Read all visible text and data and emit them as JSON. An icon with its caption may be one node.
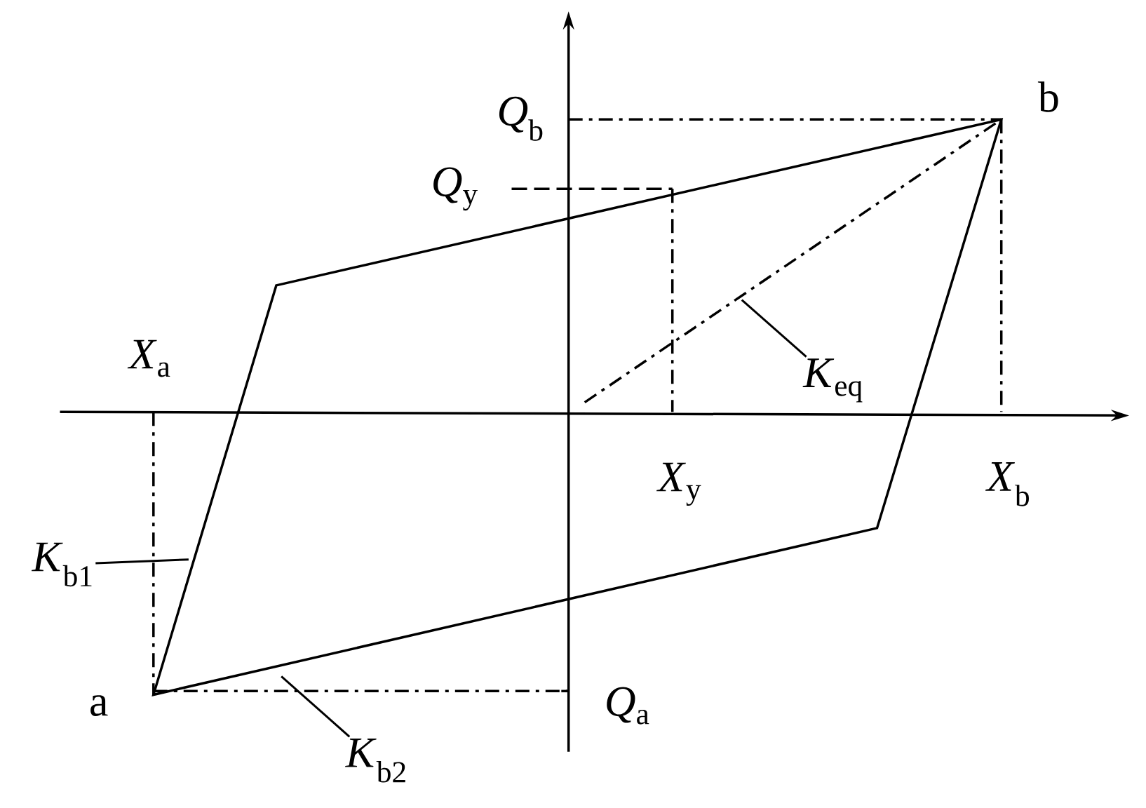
{
  "diagram": {
    "nodes": [
      {
        "text": [
          "*K*$_{eq}$"
        ]
      },
      {
        "text": [
          "*K*$_{b1}$"
        ]
      },
      {
        "text": [
          "*K*$_{b2}$"
        ]
      }
    ],
    "edges": [
      {
        "from": 0,
        "to": null,
        "arrow": "none"
      },
      {
        "from": 1,
        "to": null,
        "arrow": "none"
      },
      {
        "from": 2,
        "to": null,
        "arrow": "none"
      }
    ],
    "labels": [
      "*Q*$_{b}$",
      "b",
      "*Q*$_{y}$",
      "*X*$_{a}$",
      "*X*$_{y}$",
      "*X*$_{b}$",
      "a",
      "*Q*$_{a}$"
    ]
  }
}
